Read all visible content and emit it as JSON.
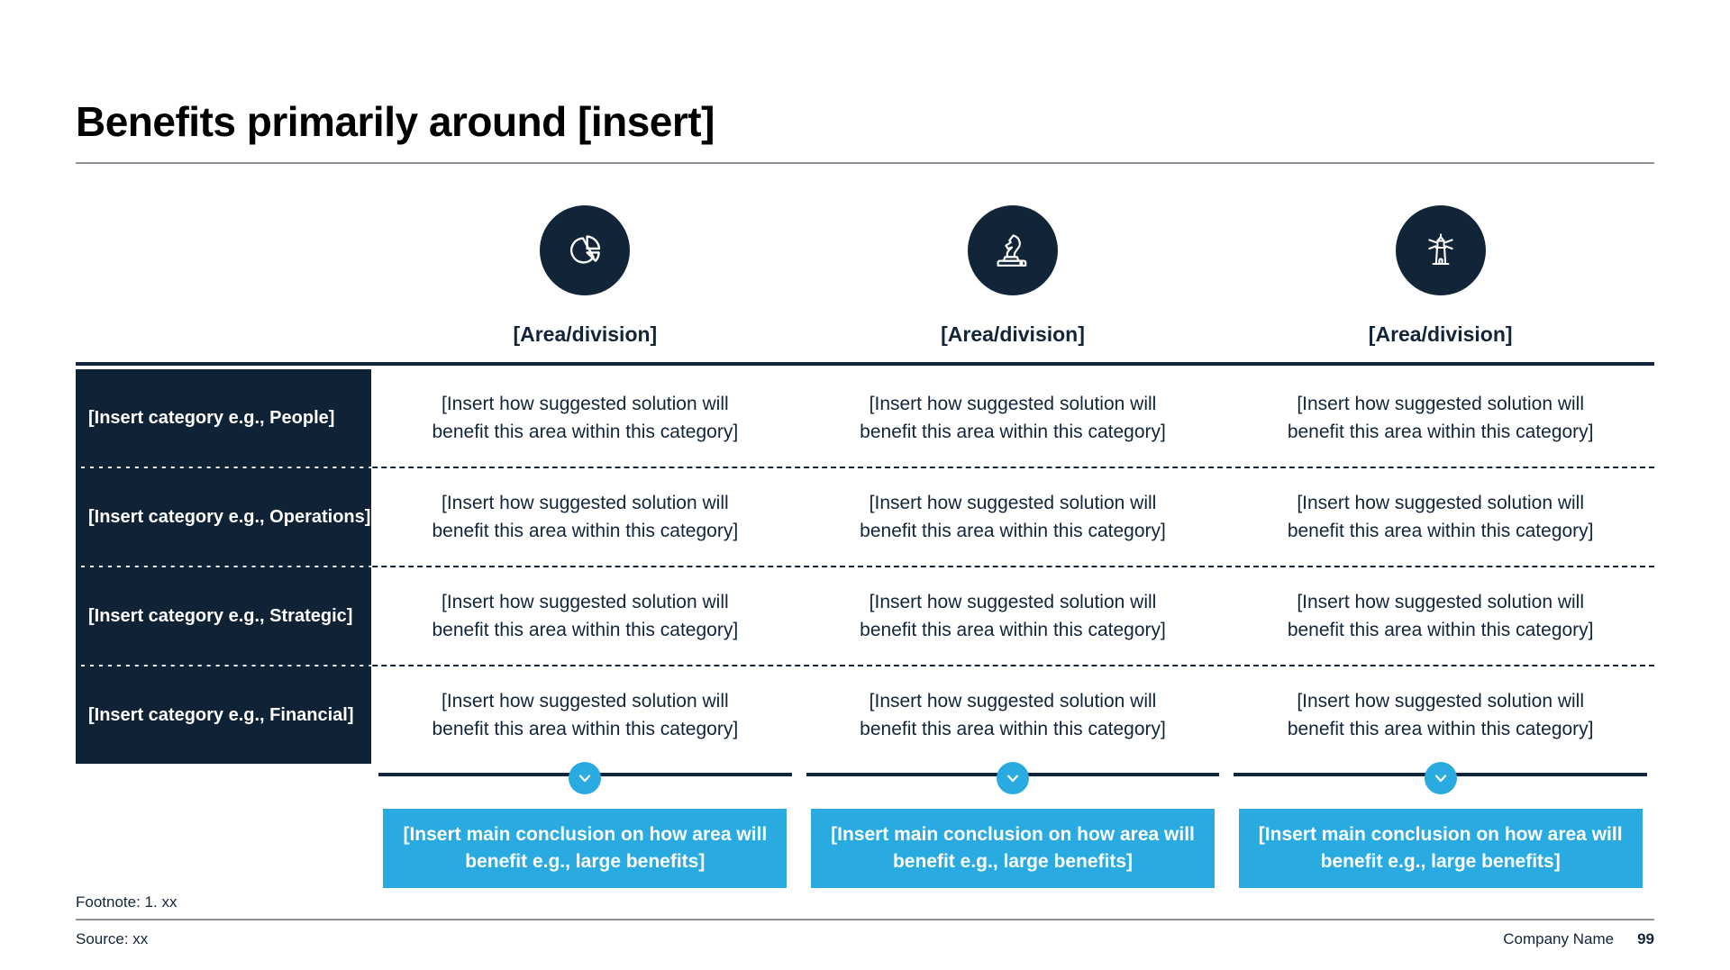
{
  "slide": {
    "title": "Benefits primarily around [insert]"
  },
  "columns": [
    {
      "icon": "pie-chart-icon",
      "label": "[Area/division]"
    },
    {
      "icon": "chess-knight-icon",
      "label": "[Area/division]"
    },
    {
      "icon": "lighthouse-icon",
      "label": "[Area/division]"
    }
  ],
  "rows": [
    {
      "category": "[Insert category e.g., People]",
      "cells": [
        "[Insert how suggested solution will benefit this area within this category]",
        "[Insert how suggested solution will benefit this area within this category]",
        "[Insert how suggested solution will benefit this area within this category]"
      ]
    },
    {
      "category": "[Insert category e.g., Operations]",
      "cells": [
        "[Insert how suggested solution will benefit this area within this category]",
        "[Insert how suggested solution will benefit this area within this category]",
        "[Insert how suggested solution will benefit this area within this category]"
      ]
    },
    {
      "category": "[Insert category e.g., Strategic]",
      "cells": [
        "[Insert how suggested solution will benefit this area within this category]",
        "[Insert how suggested solution will benefit this area within this category]",
        "[Insert how suggested solution will benefit this area within this category]"
      ]
    },
    {
      "category": "[Insert category e.g., Financial]",
      "cells": [
        "[Insert how suggested solution will benefit this area within this category]",
        "[Insert how suggested solution will benefit this area within this category]",
        "[Insert how suggested solution will benefit this area within this category]"
      ]
    }
  ],
  "conclusions": [
    "[Insert main conclusion on how area will benefit e.g., large benefits]",
    "[Insert main conclusion on how area will benefit e.g., large benefits]",
    "[Insert main conclusion on how area will benefit e.g., large benefits]"
  ],
  "connector_icon": "chevron-down-icon",
  "footer": {
    "footnote": "Footnote: 1. xx",
    "source": "Source: xx",
    "company": "Company Name",
    "page": "99"
  },
  "colors": {
    "navy": "#102235",
    "accent_blue": "#29abe2",
    "rule_gray": "#8a8f98"
  }
}
